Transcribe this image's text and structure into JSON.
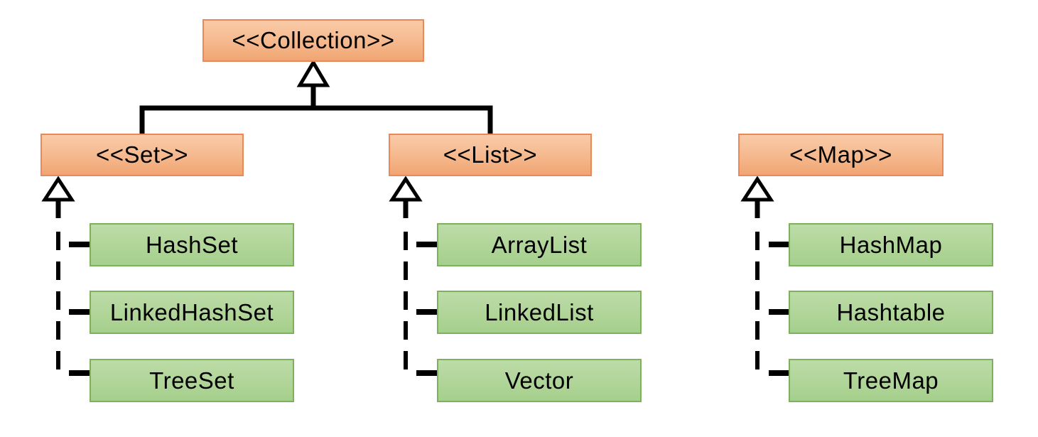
{
  "diagram": {
    "nodes": {
      "collection": {
        "label": "<<Collection>>",
        "type": "interface"
      },
      "set": {
        "label": "<<Set>>",
        "type": "interface",
        "children": [
          "HashSet",
          "LinkedHashSet",
          "TreeSet"
        ]
      },
      "list": {
        "label": "<<List>>",
        "type": "interface",
        "children": [
          "ArrayList",
          "LinkedList",
          "Vector"
        ]
      },
      "map": {
        "label": "<<Map>>",
        "type": "interface",
        "children": [
          "HashMap",
          "Hashtable",
          "TreeMap"
        ]
      }
    },
    "edges": [
      {
        "from": "Set",
        "to": "Collection",
        "style": "solid-hollow-triangle"
      },
      {
        "from": "List",
        "to": "Collection",
        "style": "solid-hollow-triangle"
      },
      {
        "from": "HashSet",
        "to": "Set",
        "style": "dashed-hollow-triangle"
      },
      {
        "from": "LinkedHashSet",
        "to": "Set",
        "style": "dashed-hollow-triangle"
      },
      {
        "from": "TreeSet",
        "to": "Set",
        "style": "dashed-hollow-triangle"
      },
      {
        "from": "ArrayList",
        "to": "List",
        "style": "dashed-hollow-triangle"
      },
      {
        "from": "LinkedList",
        "to": "List",
        "style": "dashed-hollow-triangle"
      },
      {
        "from": "Vector",
        "to": "List",
        "style": "dashed-hollow-triangle"
      },
      {
        "from": "HashMap",
        "to": "Map",
        "style": "dashed-hollow-triangle"
      },
      {
        "from": "Hashtable",
        "to": "Map",
        "style": "dashed-hollow-triangle"
      },
      {
        "from": "TreeMap",
        "to": "Map",
        "style": "dashed-hollow-triangle"
      }
    ],
    "colors": {
      "interface_fill_top": "#f9cba8",
      "interface_fill_bottom": "#f0a572",
      "interface_border": "#e8895a",
      "class_fill_top": "#bddca8",
      "class_fill_bottom": "#a5cf8d",
      "class_border": "#7cb25c",
      "connector": "#000000",
      "arrowhead_fill": "#ffffff"
    }
  }
}
